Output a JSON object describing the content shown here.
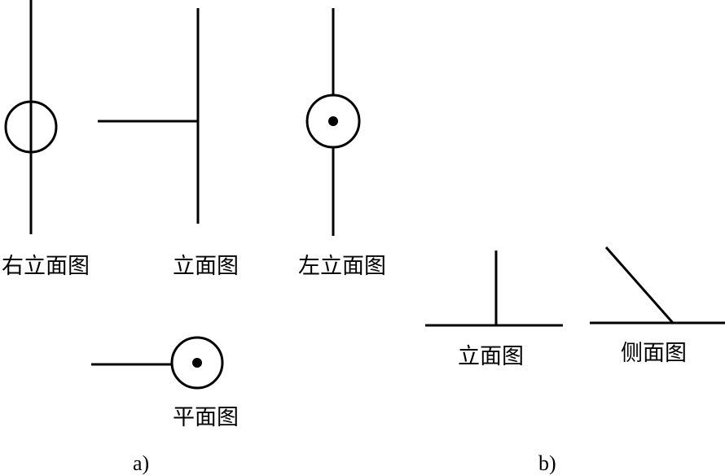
{
  "panel_a": {
    "label": "a)",
    "views": {
      "right_elevation": "右立面图",
      "elevation": "立面图",
      "left_elevation": "左立面图",
      "plan": "平面图"
    }
  },
  "panel_b": {
    "label": "b)",
    "views": {
      "elevation": "立面图",
      "side": "侧面图"
    }
  }
}
